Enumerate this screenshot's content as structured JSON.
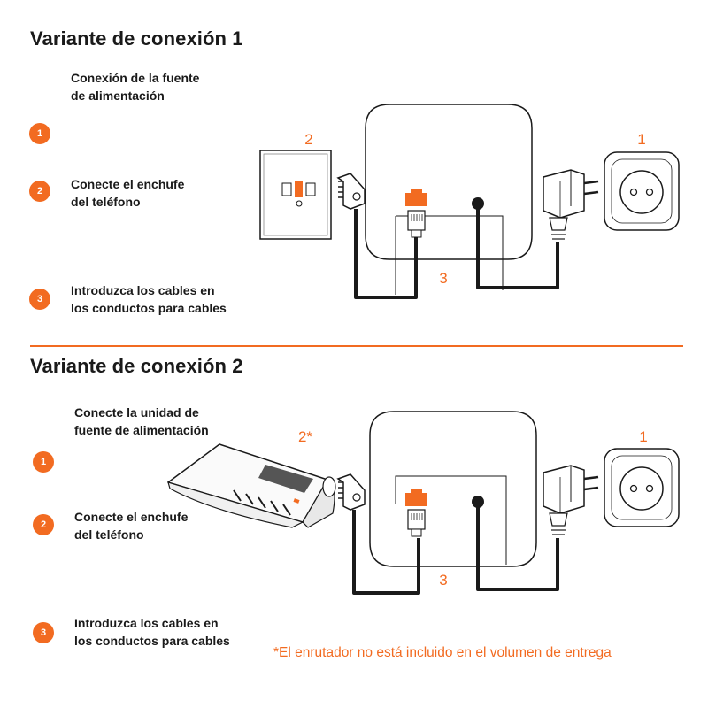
{
  "variant1": {
    "title": "Variante de conexión 1",
    "steps": [
      {
        "number": "1",
        "text": "Conexión de la fuente\nde alimentación"
      },
      {
        "number": "2",
        "text": "Conecte el enchufe\ndel teléfono"
      },
      {
        "number": "3",
        "text": "Introduzca los cables en\nlos conductos para cables"
      }
    ],
    "diagram_labels": {
      "wall_jack": "2",
      "power_outlet": "1",
      "cable_channel": "3"
    }
  },
  "variant2": {
    "title": "Variante de conexión 2",
    "steps": [
      {
        "number": "1",
        "text": "Conecte la unidad de\nfuente de alimentación"
      },
      {
        "number": "2",
        "text": "Conecte el enchufe\ndel teléfono"
      },
      {
        "number": "3",
        "text": "Introduzca los cables en\nlos conductos para cables"
      }
    ],
    "diagram_labels": {
      "router": "2*",
      "power_outlet": "1",
      "cable_channel": "3"
    }
  },
  "footnote": "*El enrutador no está incluido en el volumen de entrega",
  "colors": {
    "accent": "#f26b21",
    "line": "#1a1a1a"
  }
}
